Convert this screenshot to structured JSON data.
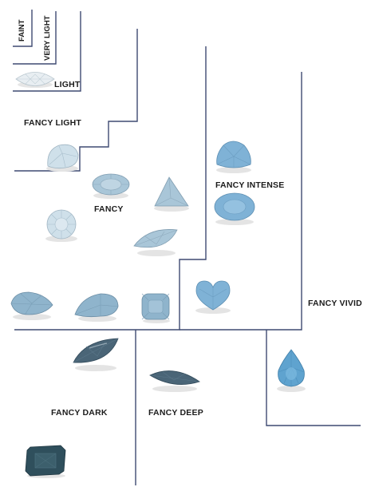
{
  "labels": {
    "faint": "FAINT",
    "very_light": "VERY LIGHT",
    "light": "LIGHT",
    "fancy_light": "FANCY LIGHT",
    "fancy": "FANCY",
    "fancy_intense": "FANCY INTENSE",
    "fancy_vivid": "FANCY VIVID",
    "fancy_dark": "FANCY DARK",
    "fancy_deep": "FANCY DEEP"
  },
  "colors": {
    "line": "#3e4a72",
    "label": "#1c1c1c",
    "very_pale_blue": "#e8eef2",
    "pale_blue": "#cfe0ea",
    "light_blue": "#a9c6d8",
    "medium_blue": "#8fb4cc",
    "intense_blue": "#7fb2d6",
    "vivid_blue": "#5fa3cf",
    "dark_blue_gray": "#4a6577",
    "deep_teal": "#2f4f5c"
  },
  "gems": [
    {
      "zone": "light",
      "shape": "marquise",
      "tone": "very_pale_blue"
    },
    {
      "zone": "fancy_light",
      "shape": "pear",
      "tone": "pale_blue"
    },
    {
      "zone": "fancy",
      "shape": "oval",
      "tone": "light_blue"
    },
    {
      "zone": "fancy",
      "shape": "trillion",
      "tone": "light_blue"
    },
    {
      "zone": "fancy",
      "shape": "round",
      "tone": "pale_blue"
    },
    {
      "zone": "fancy",
      "shape": "marquise",
      "tone": "light_blue"
    },
    {
      "zone": "fancy_intense",
      "shape": "trillion",
      "tone": "intense_blue"
    },
    {
      "zone": "fancy_intense",
      "shape": "oval",
      "tone": "intense_blue"
    },
    {
      "zone": "fancy",
      "shape": "pear",
      "tone": "medium_blue"
    },
    {
      "zone": "fancy",
      "shape": "pear",
      "tone": "medium_blue"
    },
    {
      "zone": "fancy",
      "shape": "cushion",
      "tone": "medium_blue"
    },
    {
      "zone": "fancy_intense",
      "shape": "heart",
      "tone": "intense_blue"
    },
    {
      "zone": "fancy_vivid",
      "shape": "pear",
      "tone": "vivid_blue"
    },
    {
      "zone": "fancy_dark",
      "shape": "marquise",
      "tone": "dark_blue_gray"
    },
    {
      "zone": "fancy_deep",
      "shape": "marquise",
      "tone": "dark_blue_gray"
    },
    {
      "zone": "fancy_dark",
      "shape": "emerald",
      "tone": "deep_teal"
    }
  ]
}
